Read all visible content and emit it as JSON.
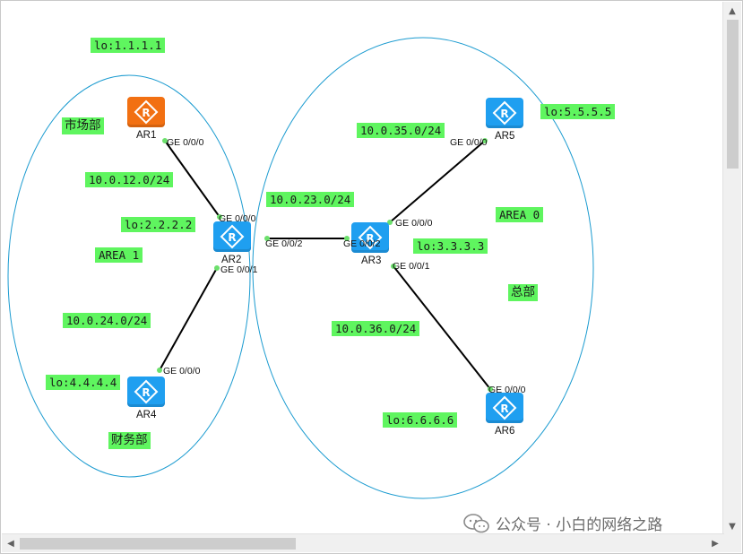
{
  "diagram": {
    "loopbacks": {
      "ar1": "lo:1.1.1.1",
      "ar2": "lo:2.2.2.2",
      "ar3": "lo:3.3.3.3",
      "ar4": "lo:4.4.4.4",
      "ar5": "lo:5.5.5.5",
      "ar6": "lo:6.6.6.6"
    },
    "networks": {
      "ar1_ar2": "10.0.12.0/24",
      "ar2_ar3": "10.0.23.0/24",
      "ar2_ar4": "10.0.24.0/24",
      "ar3_ar5": "10.0.35.0/24",
      "ar3_ar6": "10.0.36.0/24"
    },
    "areas": {
      "left": "AREA 1",
      "right": "AREA 0"
    },
    "departments": {
      "market": "市场部",
      "finance": "财务部",
      "hq": "总部"
    },
    "devices": {
      "ar1": "AR1",
      "ar2": "AR2",
      "ar3": "AR3",
      "ar4": "AR4",
      "ar5": "AR5",
      "ar6": "AR6"
    },
    "ports": {
      "ar1_g000": "GE 0/0/0",
      "ar2_g000": "GE 0/0/0",
      "ar2_g002": "GE 0/0/2",
      "ar2_g001": "GE 0/0/1",
      "ar4_g000": "GE 0/0/0",
      "ar3_g002": "GE 0/0/2",
      "ar3_g000": "GE 0/0/0",
      "ar3_g001": "GE 0/0/1",
      "ar5_g000": "GE 0/0/0",
      "ar6_g000": "GE 0/0/0"
    }
  },
  "watermark": {
    "text": "公众号 · 小白的网络之路"
  },
  "colors": {
    "router_blue": "#1f9ff0",
    "router_orange": "#f27012",
    "note_green": "#5ff55f",
    "area_line": "#1b9bd0"
  }
}
